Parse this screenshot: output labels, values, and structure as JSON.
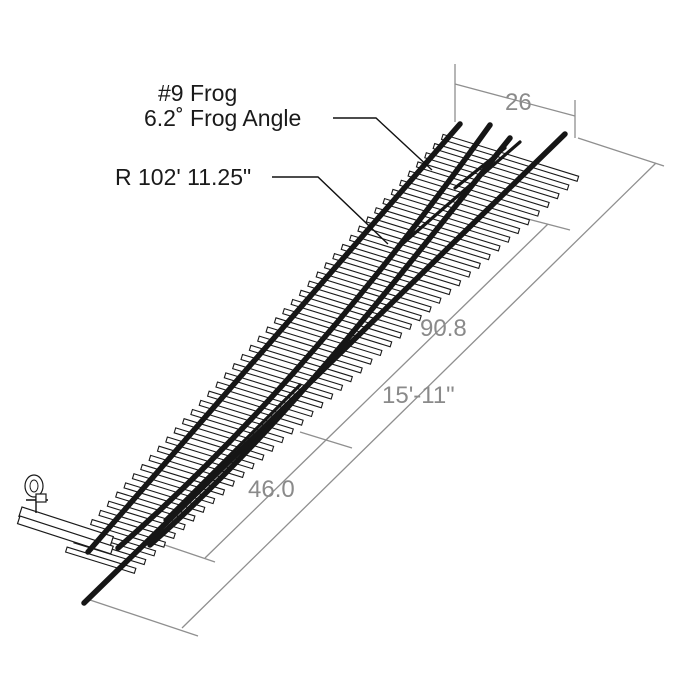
{
  "labels": {
    "frog_number": "#9 Frog",
    "frog_angle": "6.2˚ Frog Angle",
    "radius": "R 102' 11.25\""
  },
  "dimensions": {
    "width": "26",
    "diverging_length": "90.8",
    "overall_length": "15'-11\"",
    "point_length": "46.0"
  }
}
